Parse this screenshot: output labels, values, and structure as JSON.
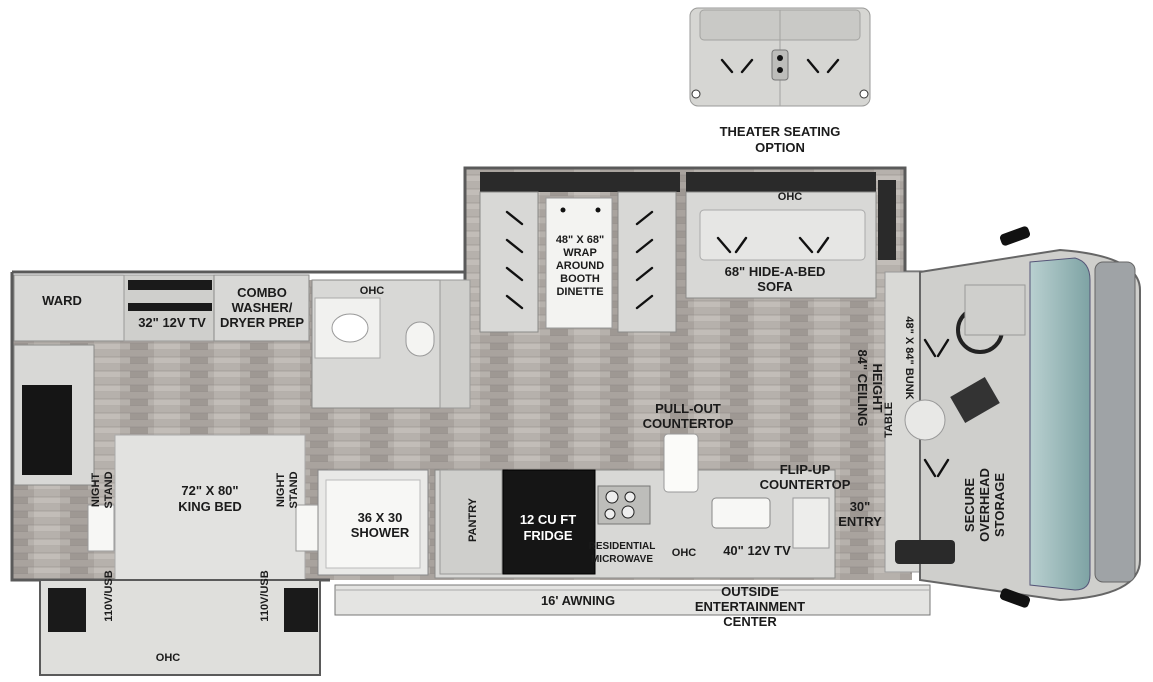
{
  "floorplan": {
    "labels": {
      "theater": [
        "THEATER SEATING",
        "OPTION"
      ],
      "ohc_top": "OHC",
      "dinette": [
        "48\" X 68\"",
        "WRAP",
        "AROUND",
        "BOOTH",
        "DINETTE"
      ],
      "sofa": [
        "68\" HIDE-A-BED",
        "SOFA"
      ],
      "ward": "WARD",
      "tv_bedroom": "32\" 12V TV",
      "washer": [
        "COMBO",
        "WASHER/",
        "DRYER PREP"
      ],
      "ohc_bath": "OHC",
      "bunk": "48\" X 84\" BUNK",
      "ceiling": [
        "84\" CEILING",
        "HEIGHT"
      ],
      "table": "TABLE",
      "pullout": [
        "PULL-OUT",
        "COUNTERTOP"
      ],
      "flipup": [
        "FLIP-UP",
        "COUNTERTOP"
      ],
      "entry": [
        "30\"",
        "ENTRY"
      ],
      "secure": [
        "SECURE",
        "OVERHEAD",
        "STORAGE"
      ],
      "nightstand_left": [
        "NIGHT",
        "STAND"
      ],
      "nightstand_right": [
        "NIGHT",
        "STAND"
      ],
      "bed": [
        "72\" X 80\"",
        "KING BED"
      ],
      "shower": [
        "36 X 30",
        "SHOWER"
      ],
      "pantry": "PANTRY",
      "fridge": [
        "12 CU FT",
        "FRIDGE"
      ],
      "microwave": [
        "RESIDENTIAL",
        "MICROWAVE"
      ],
      "ohc_kitchen": "OHC",
      "tv_outside": "40\" 12V TV",
      "usb_left": "110V/USB",
      "usb_right": "110V/USB",
      "ohc_rear": "OHC",
      "awning": "16' AWNING",
      "entertainment": [
        "OUTSIDE",
        "ENTERTAINMENT",
        "CENTER"
      ]
    },
    "colors": {
      "floor": "#b5b0ab",
      "wall": "#5a5a5a",
      "cabinet": "#d8d8d6",
      "cab_glass": "#8fb0b1",
      "fridge": "#151515"
    }
  }
}
